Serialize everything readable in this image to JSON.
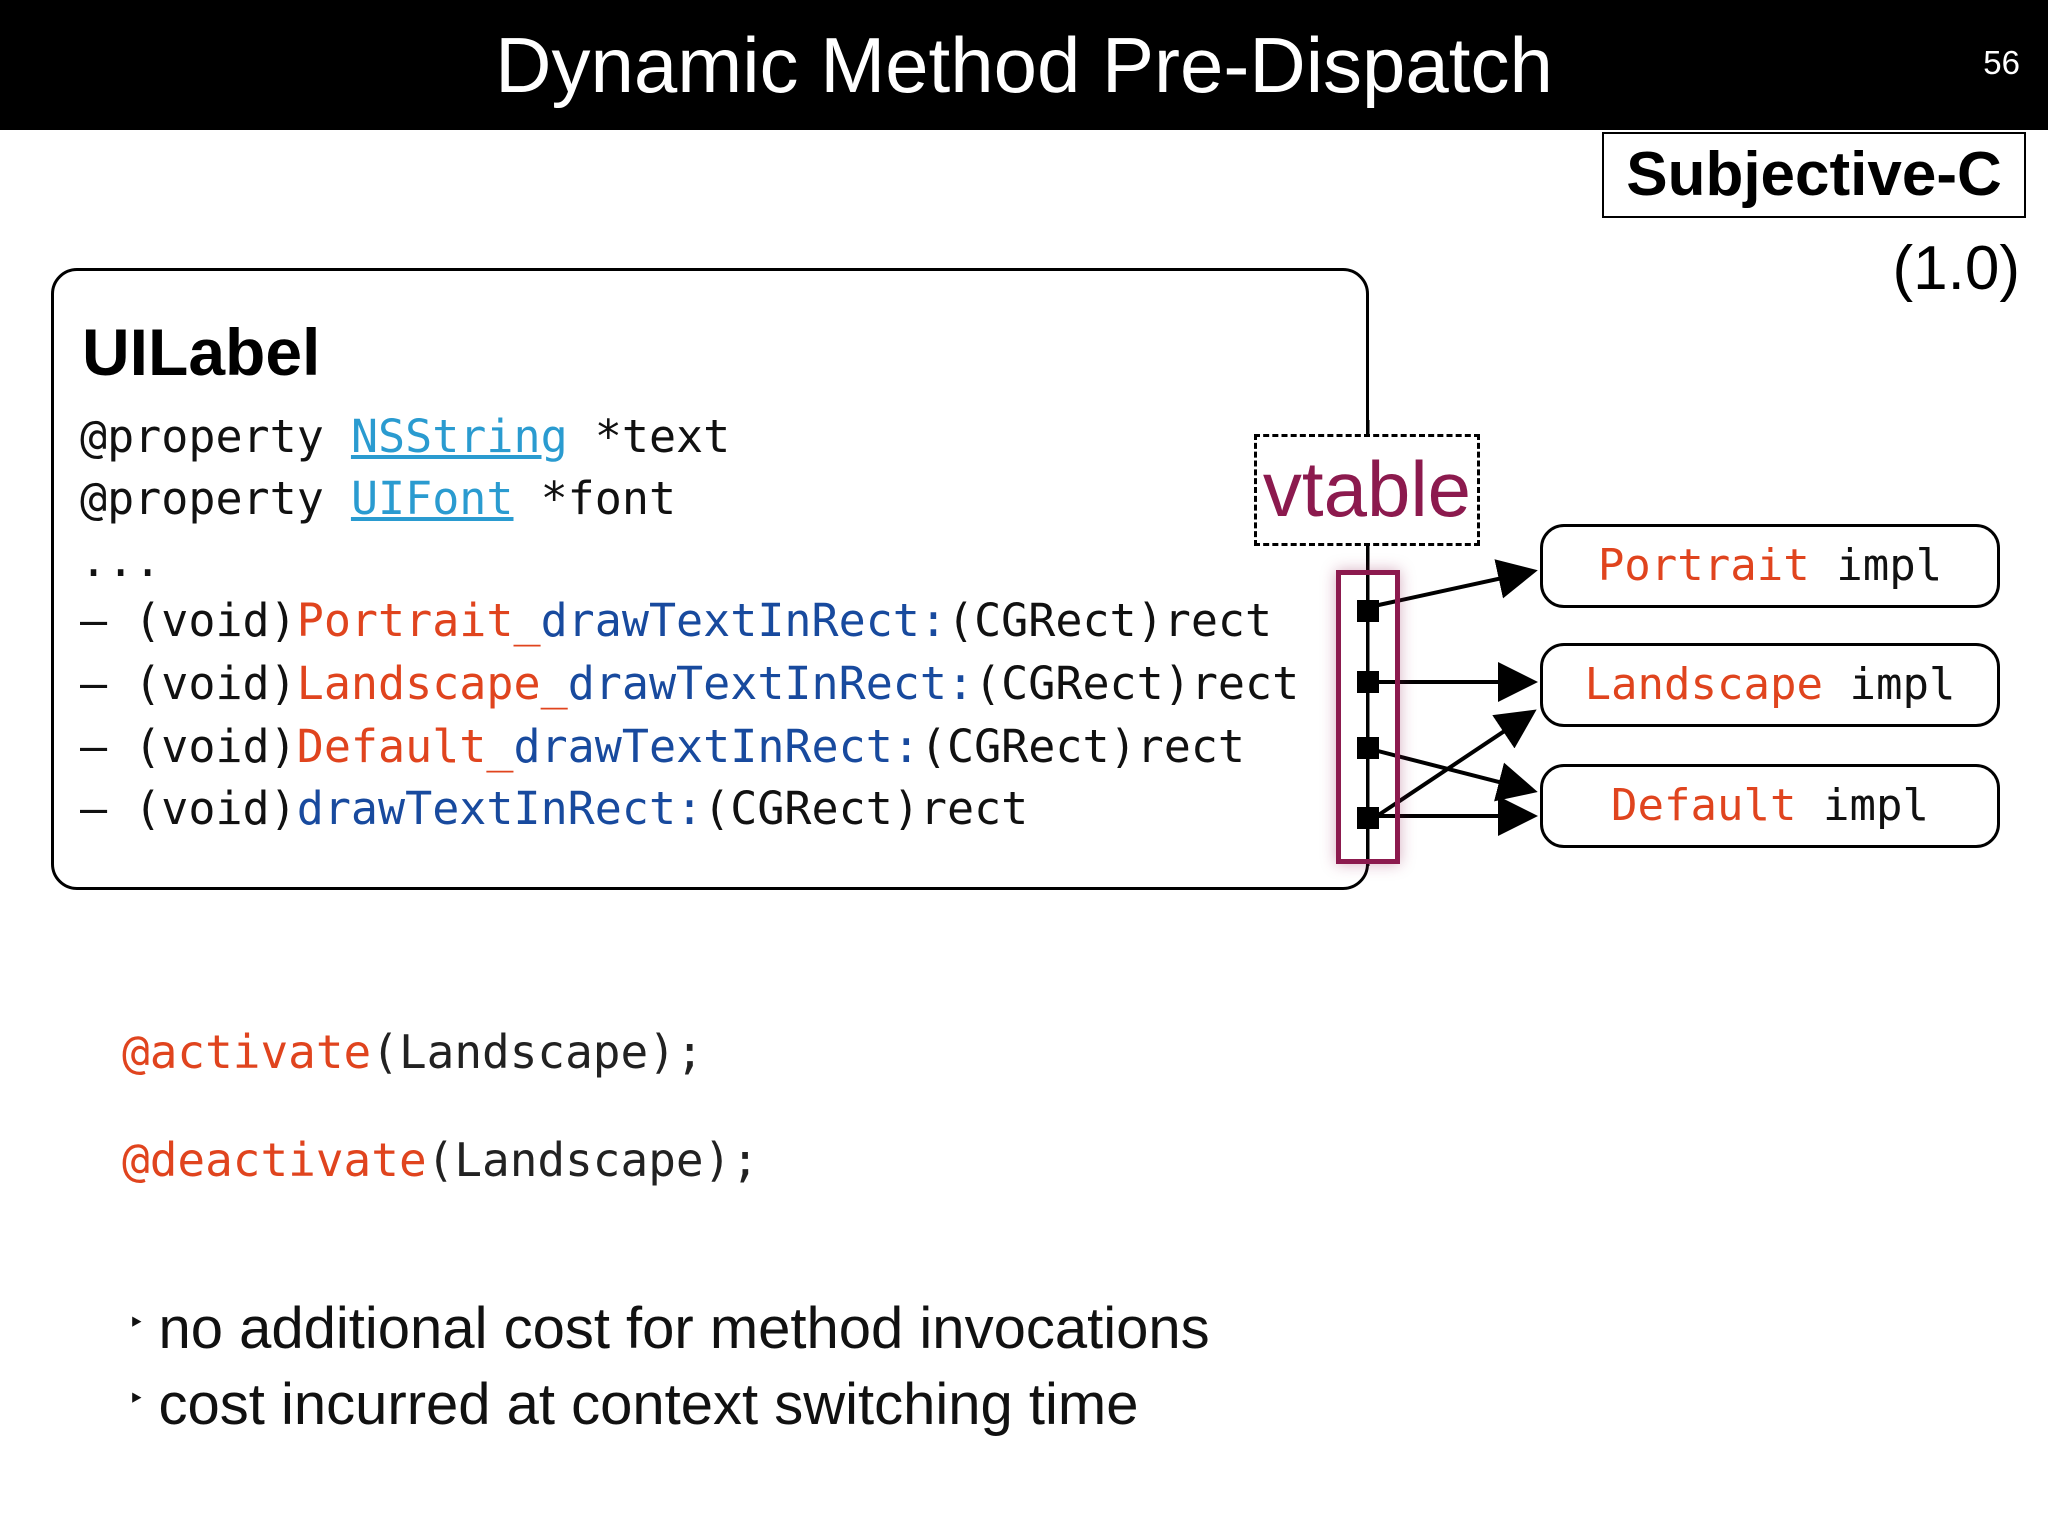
{
  "header": {
    "title": "Dynamic Method Pre-Dispatch",
    "slide_number": "56"
  },
  "brand": {
    "name": "Subjective-C",
    "version": "(1.0)"
  },
  "class_box": {
    "name": "UILabel",
    "lines": [
      {
        "prefix": "@property ",
        "type": "NSString",
        "suffix": " *text"
      },
      {
        "prefix": "@property ",
        "type": "UIFont",
        "suffix": " *font"
      },
      {
        "ellipsis": "..."
      },
      {
        "prefix": "– (void)",
        "context": "Portrait_",
        "selector": "drawTextInRect:",
        "suffix": "(CGRect)rect"
      },
      {
        "prefix": "– (void)",
        "context": "Landscape_",
        "selector": "drawTextInRect:",
        "suffix": "(CGRect)rect"
      },
      {
        "prefix": "– (void)",
        "context": "Default_",
        "selector": "drawTextInRect:",
        "suffix": "(CGRect)rect"
      },
      {
        "prefix": "– (void)",
        "context": "",
        "selector": "drawTextInRect:",
        "suffix": "(CGRect)rect"
      }
    ]
  },
  "vtable": {
    "label": "vtable"
  },
  "implementations": [
    {
      "context": "Portrait",
      "suffix": " impl"
    },
    {
      "context": "Landscape",
      "suffix": " impl"
    },
    {
      "context": "Default",
      "suffix": " impl"
    }
  ],
  "statements": [
    {
      "keyword": "@activate",
      "args": "(Landscape);"
    },
    {
      "keyword": "@deactivate",
      "args": "(Landscape);"
    }
  ],
  "bullets": [
    "no additional cost for method invocations",
    "cost incurred at context switching time"
  ],
  "bullet_mark": "‣",
  "colors": {
    "context_red": "#e0441e",
    "selector_blue": "#184a9e",
    "type_link": "#2a9bd0",
    "vtable_magenta": "#8c1a4e"
  }
}
